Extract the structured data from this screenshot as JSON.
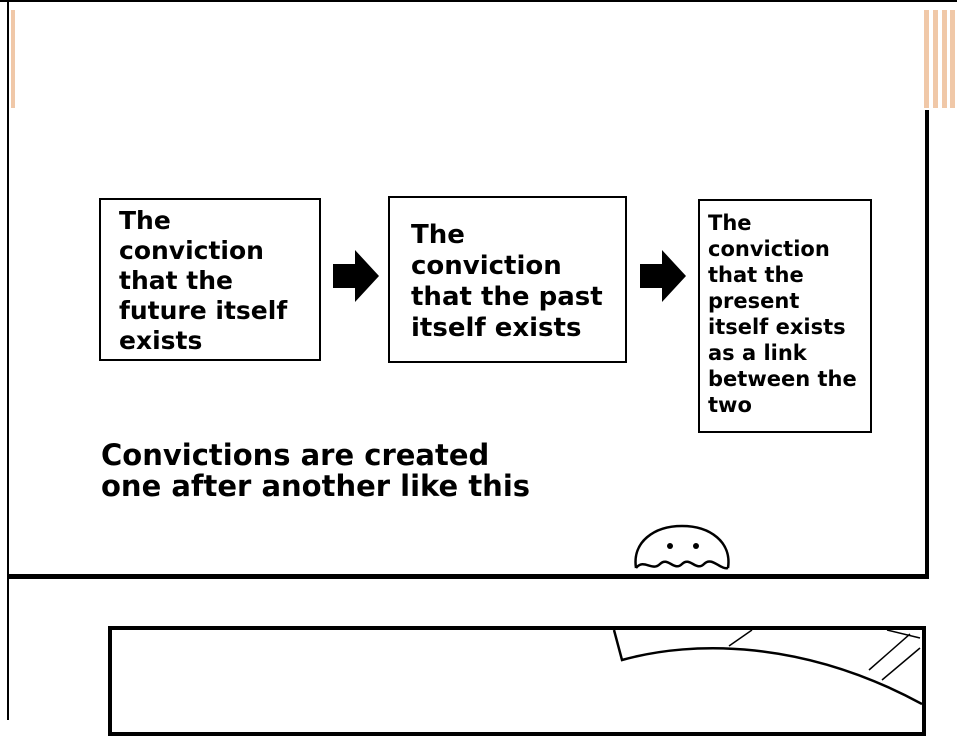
{
  "panel_top": {
    "boxes": [
      {
        "text": "The\nconviction\nthat the\nfuture itself\nexists"
      },
      {
        "text": "The\nconviction\nthat the past\nitself exists"
      },
      {
        "text": "The\nconviction\nthat the\npresent\nitself exists\nas a link\nbetween the\ntwo"
      }
    ],
    "arrow_icon": "right-arrow-icon",
    "caption": "Convictions are created\none after another like this",
    "character_icon": "blob-creature-icon"
  },
  "colors": {
    "ink": "#000000",
    "accent_stripe": "#f0c8a8"
  }
}
